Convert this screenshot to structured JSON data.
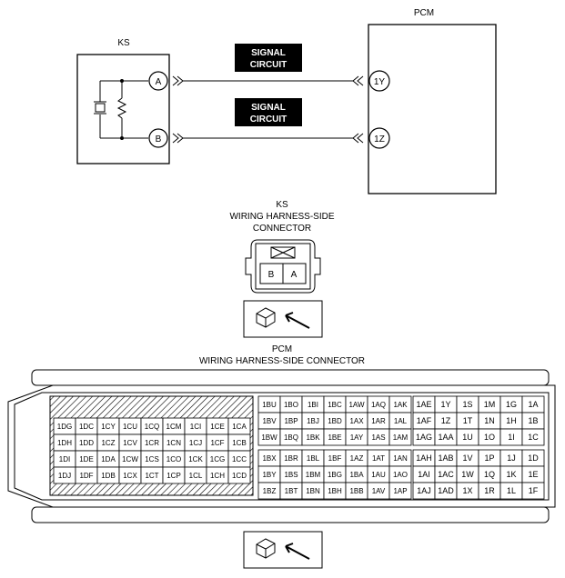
{
  "schematic": {
    "ks_title": "KS",
    "pcm_title": "PCM",
    "ks_terminals": [
      "A",
      "B"
    ],
    "pcm_terminals": [
      "1Y",
      "1Z"
    ],
    "signal_labels": [
      {
        "line1": "SIGNAL",
        "line2": "CIRCUIT"
      },
      {
        "line1": "SIGNAL",
        "line2": "CIRCUIT"
      }
    ]
  },
  "ks_connector": {
    "title_lines": [
      "KS",
      "WIRING HARNESS-SIDE",
      "CONNECTOR"
    ],
    "pins": [
      "B",
      "A"
    ]
  },
  "pcm_connector": {
    "title_lines": [
      "PCM",
      "WIRING HARNESS-SIDE CONNECTOR"
    ],
    "left_block": [
      [
        "1DG",
        "1DC",
        "1CY",
        "1CU",
        "1CQ",
        "1CM",
        "1CI",
        "1CE",
        "1CA"
      ],
      [
        "1DH",
        "1DD",
        "1CZ",
        "1CV",
        "1CR",
        "1CN",
        "1CJ",
        "1CF",
        "1CB"
      ],
      [
        "1DI",
        "1DE",
        "1DA",
        "1CW",
        "1CS",
        "1CO",
        "1CK",
        "1CG",
        "1CC"
      ],
      [
        "1DJ",
        "1DF",
        "1DB",
        "1CX",
        "1CT",
        "1CP",
        "1CL",
        "1CH",
        "1CD"
      ]
    ],
    "middle_block_top": [
      [
        "1BU",
        "1BO",
        "1BI",
        "1BC",
        "1AW",
        "1AQ",
        "1AK"
      ],
      [
        "1BV",
        "1BP",
        "1BJ",
        "1BD",
        "1AX",
        "1AR",
        "1AL"
      ],
      [
        "1BW",
        "1BQ",
        "1BK",
        "1BE",
        "1AY",
        "1AS",
        "1AM"
      ]
    ],
    "middle_block_bottom": [
      [
        "1BX",
        "1BR",
        "1BL",
        "1BF",
        "1AZ",
        "1AT",
        "1AN"
      ],
      [
        "1BY",
        "1BS",
        "1BM",
        "1BG",
        "1BA",
        "1AU",
        "1AO"
      ],
      [
        "1BZ",
        "1BT",
        "1BN",
        "1BH",
        "1BB",
        "1AV",
        "1AP"
      ]
    ],
    "right_block_top": [
      [
        "1AE",
        "1Y",
        "1S",
        "1M",
        "1G",
        "1A"
      ],
      [
        "1AF",
        "1Z",
        "1T",
        "1N",
        "1H",
        "1B"
      ],
      [
        "1AG",
        "1AA",
        "1U",
        "1O",
        "1I",
        "1C"
      ]
    ],
    "right_block_bottom": [
      [
        "1AH",
        "1AB",
        "1V",
        "1P",
        "1J",
        "1D"
      ],
      [
        "1AI",
        "1AC",
        "1W",
        "1Q",
        "1K",
        "1E"
      ],
      [
        "1AJ",
        "1AD",
        "1X",
        "1R",
        "1L",
        "1F"
      ]
    ]
  }
}
